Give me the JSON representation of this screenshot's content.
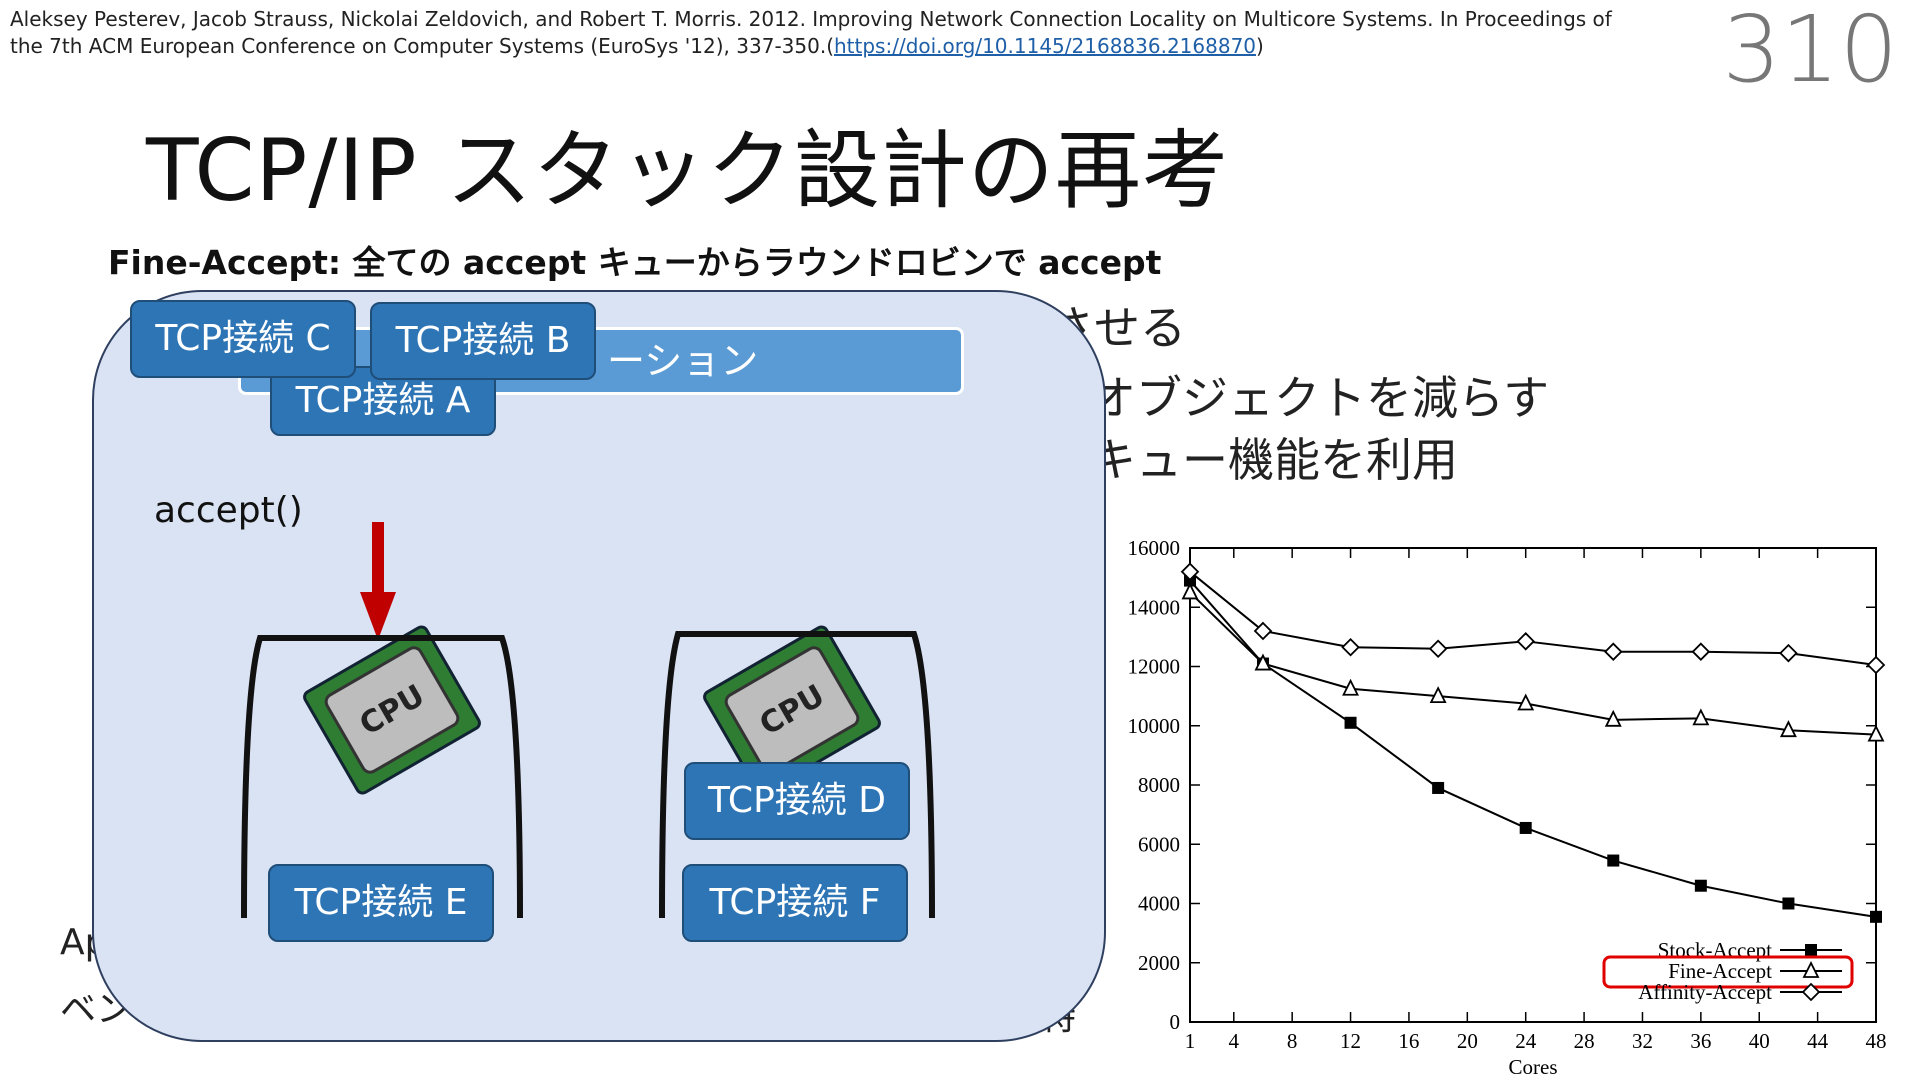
{
  "citation": {
    "line1": "Aleksey Pesterev, Jacob Strauss, Nickolai Zeldovich, and Robert T. Morris. 2012. Improving Network Connection Locality on Multicore Systems. In Proceedings of",
    "line2": "the 7th ACM European Conference on Computer Systems (EuroSys '12), 337-350.(",
    "link": "https://doi.org/10.1145/2168836.2168870",
    "close": ")"
  },
  "page_number": "310",
  "title": "TCP/IP スタック設計の再考",
  "subtitle": "Fine-Accept: 全ての accept キューからラウンドロビンで accept",
  "background_text": {
    "line_a": "させる",
    "line_b": "オブジェクトを減らす",
    "line_c": "キュー機能を利用",
    "bottom_left_1": "Ap",
    "bottom_left_2": "ベン",
    "bottom_right": "特"
  },
  "diagram": {
    "app_bar_label": "ーション",
    "accept_label": "accept()",
    "cpu_label": "CPU",
    "connections": {
      "a": "TCP接続 A",
      "b": "TCP接続 B",
      "c": "TCP接続 C",
      "d": "TCP接続 D",
      "e": "TCP接続 E",
      "f": "TCP接続 F"
    },
    "colors": {
      "box_bg": "#dae3f3",
      "conn_bg": "#2e75b6",
      "arrow": "#c00000",
      "app_bar": "#5b9bd5"
    }
  },
  "chart_data": {
    "type": "line",
    "xlabel": "Cores",
    "ylabel": "",
    "xlim": [
      1,
      48
    ],
    "ylim": [
      0,
      16000
    ],
    "x_ticks": [
      1,
      4,
      8,
      12,
      16,
      20,
      24,
      28,
      32,
      36,
      40,
      44,
      48
    ],
    "y_ticks": [
      0,
      2000,
      4000,
      6000,
      8000,
      10000,
      12000,
      14000,
      16000
    ],
    "legend_position": "bottom-right",
    "highlighted_series": "Fine-Accept",
    "highlight_color": "#e00000",
    "series": [
      {
        "name": "Stock-Accept",
        "marker": "square",
        "x": [
          1,
          6,
          12,
          18,
          24,
          30,
          36,
          42,
          48
        ],
        "y": [
          14900,
          12100,
          10100,
          7900,
          6550,
          5450,
          4600,
          4000,
          3550
        ]
      },
      {
        "name": "Fine-Accept",
        "marker": "triangle",
        "x": [
          1,
          6,
          12,
          18,
          24,
          30,
          36,
          42,
          48
        ],
        "y": [
          14500,
          12100,
          11250,
          11000,
          10750,
          10200,
          10250,
          9850,
          9700
        ]
      },
      {
        "name": "Affinity-Accept",
        "marker": "diamond",
        "x": [
          1,
          6,
          12,
          18,
          24,
          30,
          36,
          42,
          48
        ],
        "y": [
          15200,
          13200,
          12650,
          12600,
          12850,
          12500,
          12500,
          12450,
          12050
        ]
      }
    ]
  }
}
